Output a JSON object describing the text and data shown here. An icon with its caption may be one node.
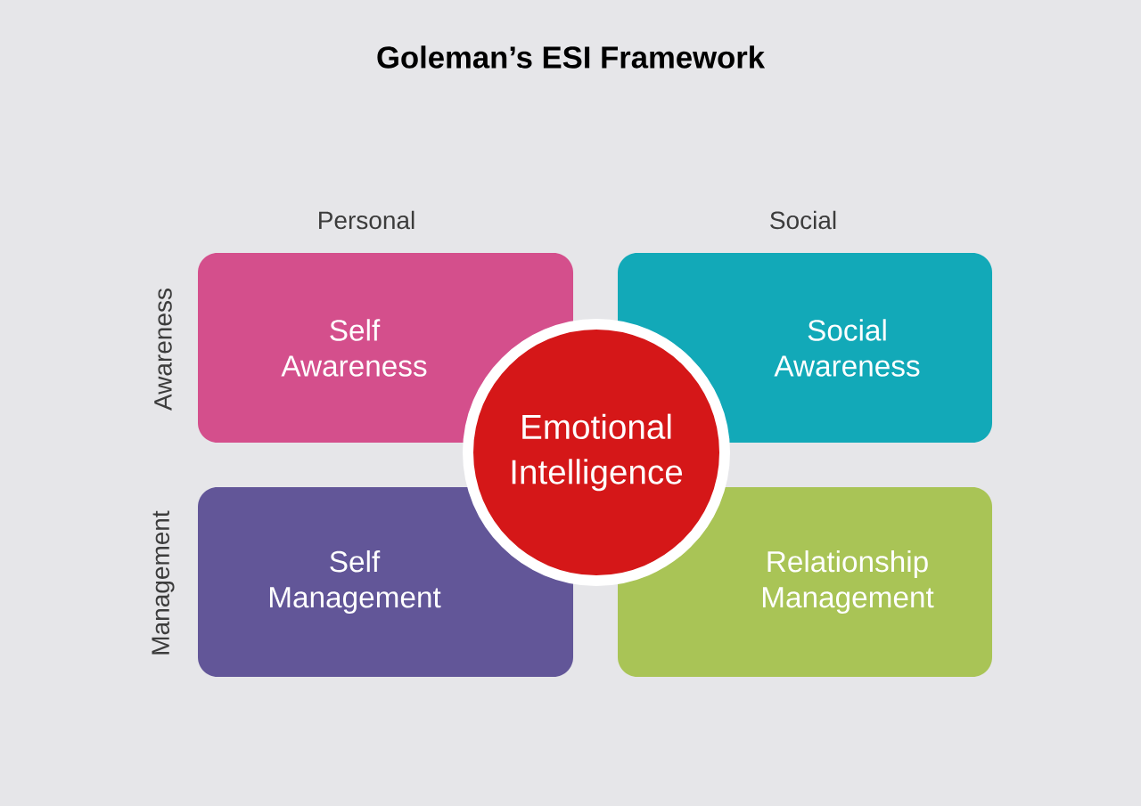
{
  "diagram": {
    "title": "Goleman’s ESI Framework",
    "nodes": [
      {
        "text": [
          "Self Awareness"
        ]
      },
      {
        "text": [
          "Social Awareness"
        ]
      },
      {
        "text": [
          "Self Management"
        ]
      },
      {
        "text": [
          "Relationship Management"
        ]
      },
      {
        "text": [
          "Emotional Intelligence"
        ]
      }
    ],
    "edges": [],
    "labels": [
      "Personal",
      "Social",
      "Awareness",
      "Management"
    ]
  }
}
